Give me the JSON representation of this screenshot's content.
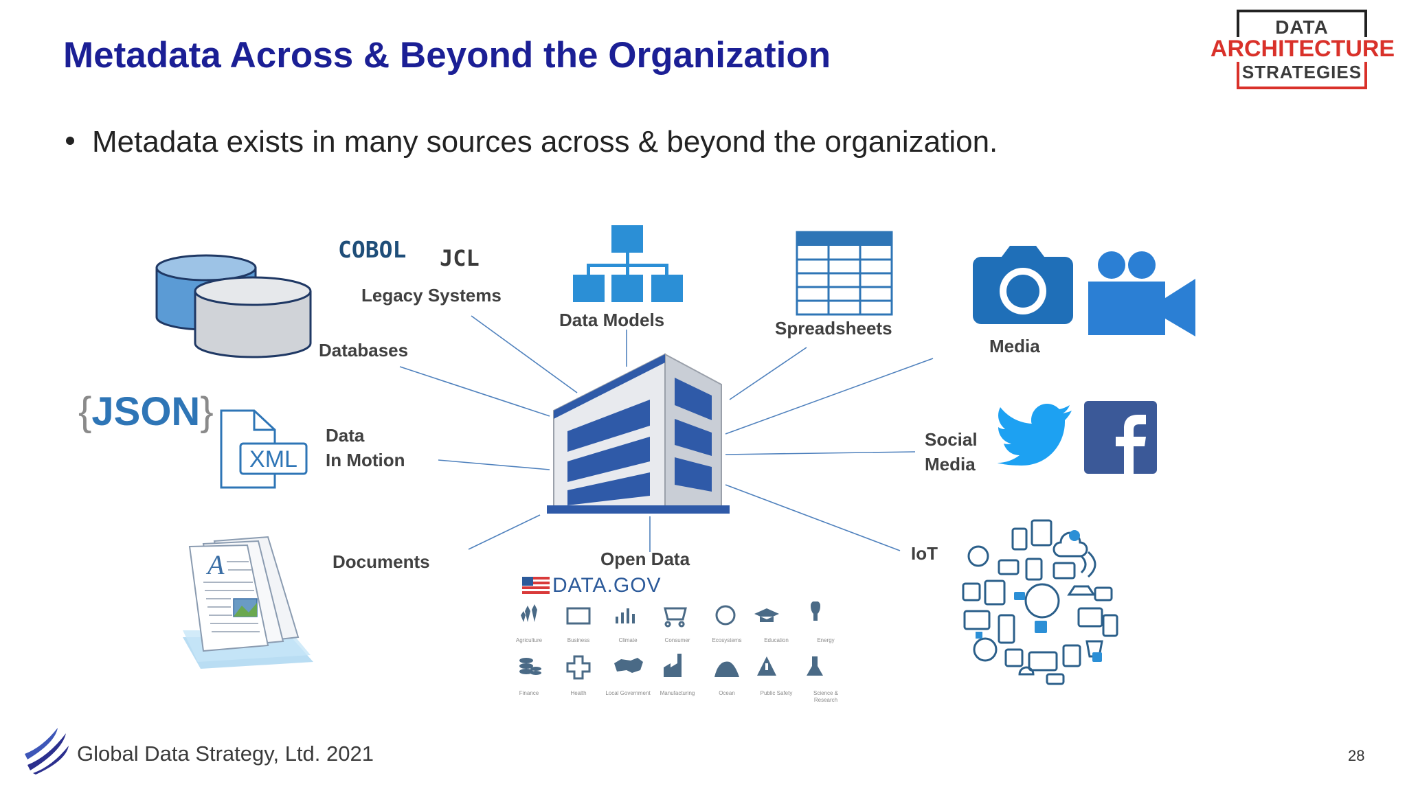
{
  "slide": {
    "title": "Metadata Across & Beyond the Organization",
    "bullet": "Metadata exists in many sources across & beyond the organization.",
    "footer": "Global Data Strategy, Ltd. 2021",
    "page_number": "28"
  },
  "logo": {
    "line1": "DATA",
    "line2": "ARCHITECTURE",
    "line3": "STRATEGIES"
  },
  "code_labels": {
    "cobol": "COBOL",
    "jcl": "JCL",
    "json_open": "{",
    "json_word": "JSON",
    "json_close": "}",
    "xml": "XML"
  },
  "sources": {
    "legacy_systems": "Legacy Systems",
    "databases": "Databases",
    "data_models": "Data Models",
    "spreadsheets": "Spreadsheets",
    "media": "Media",
    "data_line1": "Data",
    "data_line2": "In Motion",
    "social_line1": "Social",
    "social_line2": "Media",
    "documents": "Documents",
    "open_data": "Open Data",
    "iot": "IoT"
  },
  "datagov": {
    "label": "DATA.GOV",
    "row1": [
      "Agriculture",
      "Business",
      "Climate",
      "Consumer",
      "Ecosystems",
      "Education",
      "Energy"
    ],
    "row2": [
      "Finance",
      "Health",
      "Local Government",
      "Manufacturing",
      "Ocean",
      "Public Safety",
      "Science & Research"
    ]
  },
  "colors": {
    "title": "#1b1f95",
    "accent_blue": "#2e75b6",
    "building_blue": "#2f5aa8",
    "logo_red": "#d9312a"
  }
}
